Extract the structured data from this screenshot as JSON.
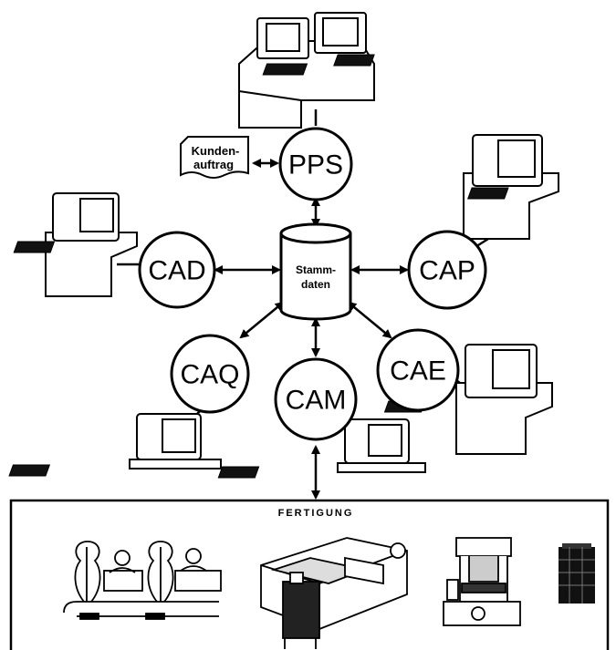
{
  "nodes": {
    "pps": "PPS",
    "cad": "CAD",
    "cap": "CAP",
    "caq": "CAQ",
    "cam": "CAM",
    "cae": "CAE"
  },
  "database": {
    "line1": "Stamm-",
    "line2": "daten"
  },
  "customer_order": {
    "line1": "Kunden-",
    "line2": "auftrag"
  },
  "production": {
    "title": "FERTIGUNG"
  }
}
